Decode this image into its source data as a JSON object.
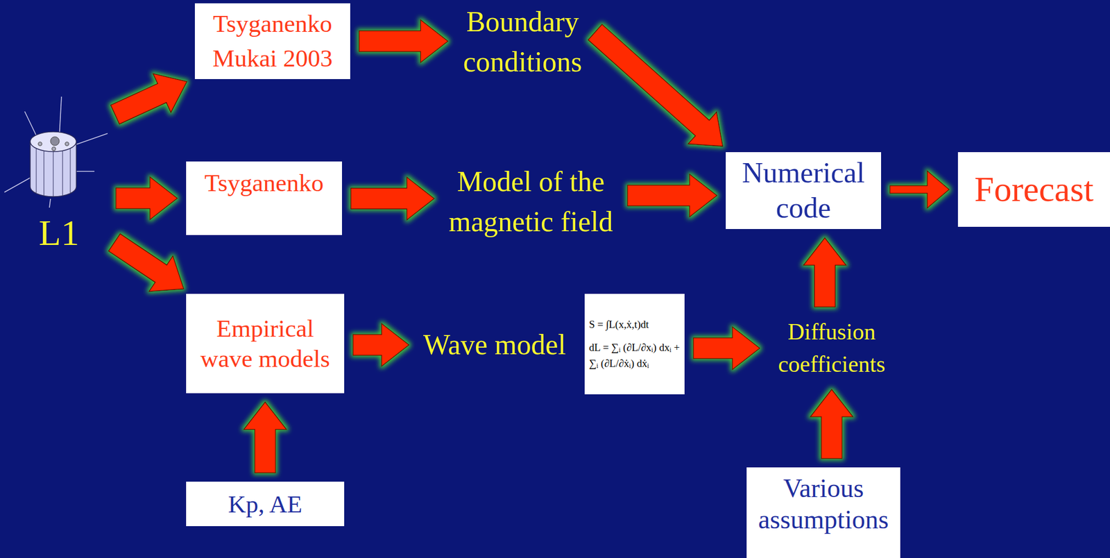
{
  "diagram": {
    "nodes": [
      {
        "text": [
          "L1"
        ]
      },
      {
        "text": [
          "Tsyganenko Mukai 2003"
        ]
      },
      {
        "text": [
          "Boundary conditions"
        ]
      },
      {
        "text": [
          "Tsyganenko"
        ]
      },
      {
        "text": [
          "Model of the magnetic field"
        ]
      },
      {
        "text": [
          "Numerical code"
        ]
      },
      {
        "text": [
          "Forecast"
        ]
      },
      {
        "text": [
          "Empirical wave models"
        ]
      },
      {
        "text": [
          "Wave model"
        ]
      },
      {
        "text": [
          "S = ∫L(x,ẋ,t)dt",
          "dL = ∑ᵢ (∂L/∂xᵢ) dxᵢ + ∑ᵢ (∂L/∂ẋᵢ) dẋᵢ"
        ]
      },
      {
        "text": [
          "Diffusion coefficients"
        ]
      },
      {
        "text": [
          "Kp, AE"
        ]
      },
      {
        "text": [
          "Various assumptions"
        ]
      }
    ],
    "edges": [
      {
        "from": 0,
        "to": 1,
        "arrow": "to"
      },
      {
        "from": 0,
        "to": 3,
        "arrow": "to"
      },
      {
        "from": 0,
        "to": 7,
        "arrow": "to"
      },
      {
        "from": 1,
        "to": 2,
        "arrow": "to"
      },
      {
        "from": 2,
        "to": 5,
        "arrow": "to"
      },
      {
        "from": 3,
        "to": 4,
        "arrow": "to"
      },
      {
        "from": 4,
        "to": 5,
        "arrow": "to"
      },
      {
        "from": 5,
        "to": 6,
        "arrow": "to"
      },
      {
        "from": 7,
        "to": 8,
        "arrow": "to"
      },
      {
        "from": 9,
        "to": 10,
        "arrow": "to"
      },
      {
        "from": 10,
        "to": 5,
        "arrow": "to"
      },
      {
        "from": 11,
        "to": 7,
        "arrow": "to"
      },
      {
        "from": 12,
        "to": 10,
        "arrow": "to"
      }
    ]
  }
}
